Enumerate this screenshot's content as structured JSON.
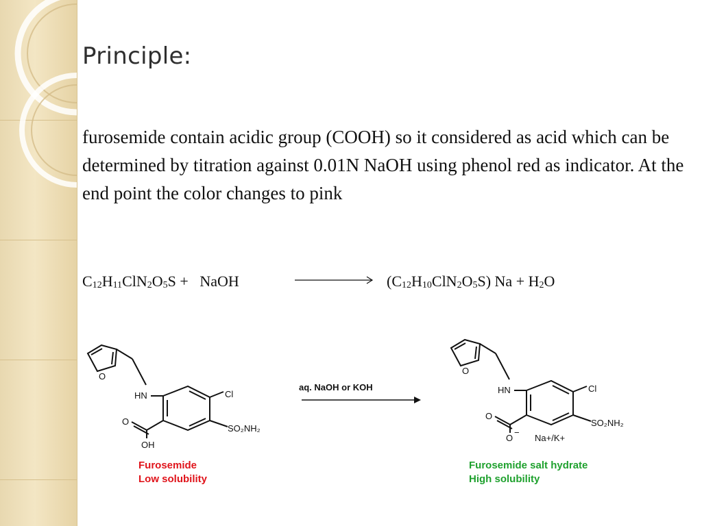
{
  "title": "Principle:",
  "body": "furosemide contain acidic group (COOH) so it considered as acid which can be determined by titration against 0.01N NaOH using phenol red as indicator. At the end point the color changes to pink",
  "equation": {
    "reactant_formula": [
      "C",
      "12",
      "H",
      "11",
      "ClN",
      "2",
      "O",
      "5",
      "S"
    ],
    "plus": "+",
    "reagent": "NaOH",
    "product_formula": [
      "(C",
      "12",
      "H",
      "10",
      "ClN",
      "2",
      "O",
      "5",
      "S) Na"
    ],
    "plus2": "+",
    "water": [
      "H",
      "2",
      "O"
    ]
  },
  "scheme": {
    "reaction_label": "aq. NaOH or KOH",
    "left": {
      "atoms": {
        "o_ring": "O",
        "nh": "HN",
        "cl": "Cl",
        "carbonyl_o": "O",
        "oh": "OH",
        "so2nh2": "SO₂NH₂"
      },
      "caption_line1": "Furosemide",
      "caption_line2": "Low solubility"
    },
    "right": {
      "atoms": {
        "o_ring": "O",
        "nh": "HN",
        "cl": "Cl",
        "carbonyl_o": "O",
        "o_minus": "O",
        "charge": "−",
        "counter_ion": "Na+/K+",
        "so2nh2": "SO₂NH₂"
      },
      "caption_line1": "Furosemide salt hydrate",
      "caption_line2": "High solubility"
    },
    "colors": {
      "low_solubility": "#e0141b",
      "high_solubility": "#1fa12e"
    }
  }
}
